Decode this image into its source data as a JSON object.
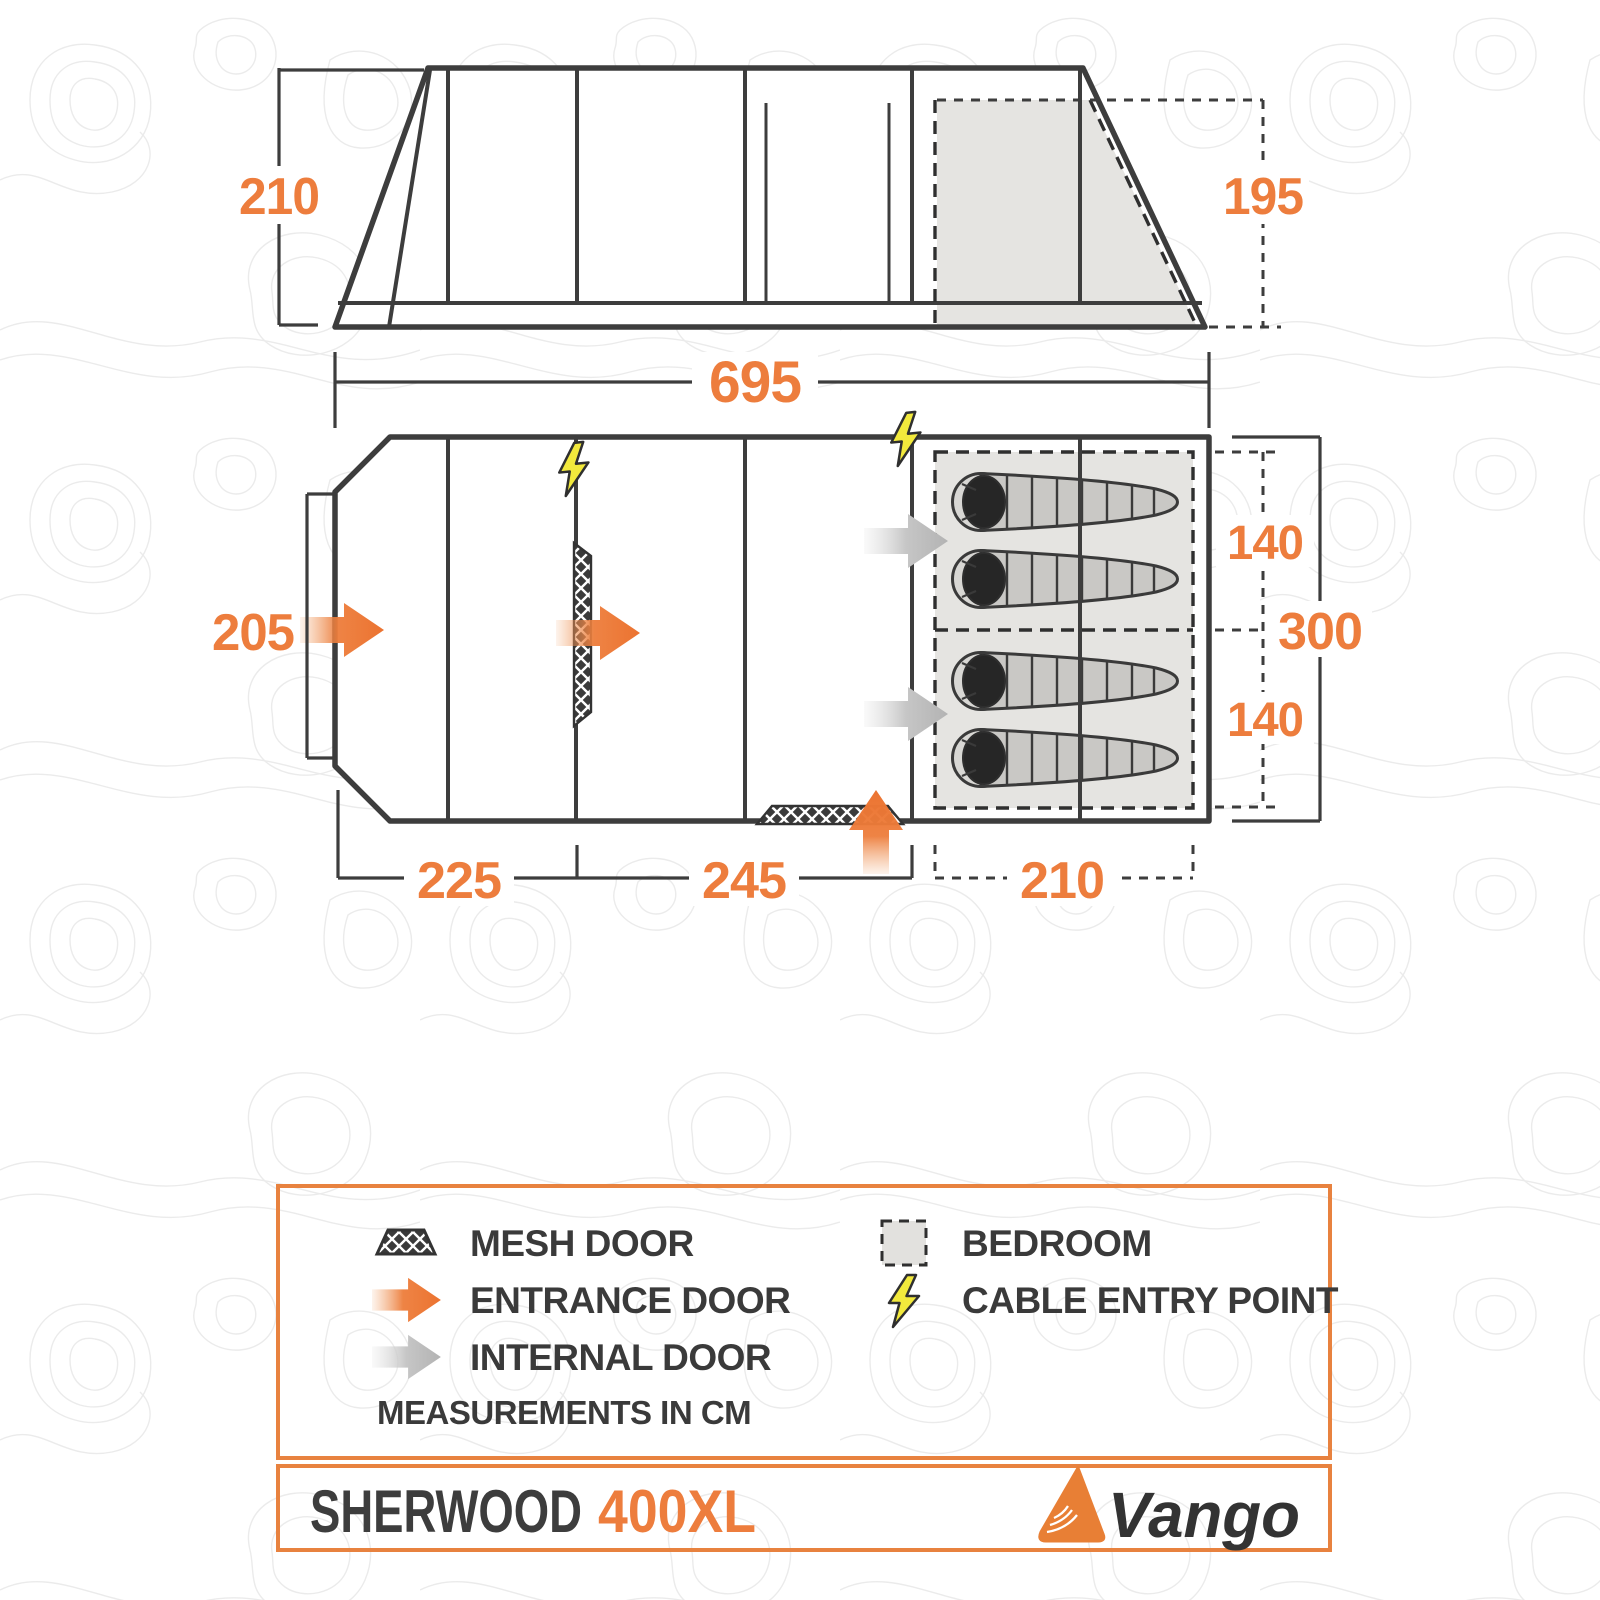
{
  "diagram": {
    "elevation": {
      "height_left": "210",
      "height_rear": "195"
    },
    "plan": {
      "length_total": "695",
      "entrance_width": "205",
      "porch_length": "225",
      "living_length": "245",
      "bedroom_length": "210",
      "bedroom_width_top": "140",
      "bedroom_width_total": "300",
      "bedroom_width_bottom": "140",
      "sleeping_bag_count": 4
    }
  },
  "legend": {
    "mesh_door": "MESH DOOR",
    "entrance_door": "ENTRANCE DOOR",
    "internal_door": "INTERNAL DOOR",
    "bedroom": "BEDROOM",
    "cable_entry": "CABLE ENTRY POINT",
    "note": "MEASUREMENTS IN CM"
  },
  "footer": {
    "model": "SHERWOOD",
    "variant": "400XL",
    "brand_wordmark": "Vango"
  },
  "colors": {
    "accent_orange": "#ED7D3D",
    "border_orange": "#E8823F",
    "outline_dark": "#3A3A3A",
    "bedroom_fill": "#E5E4E1",
    "cable_yellow": "#F2E93C",
    "internal_door_gray": "#C4C4C4"
  }
}
